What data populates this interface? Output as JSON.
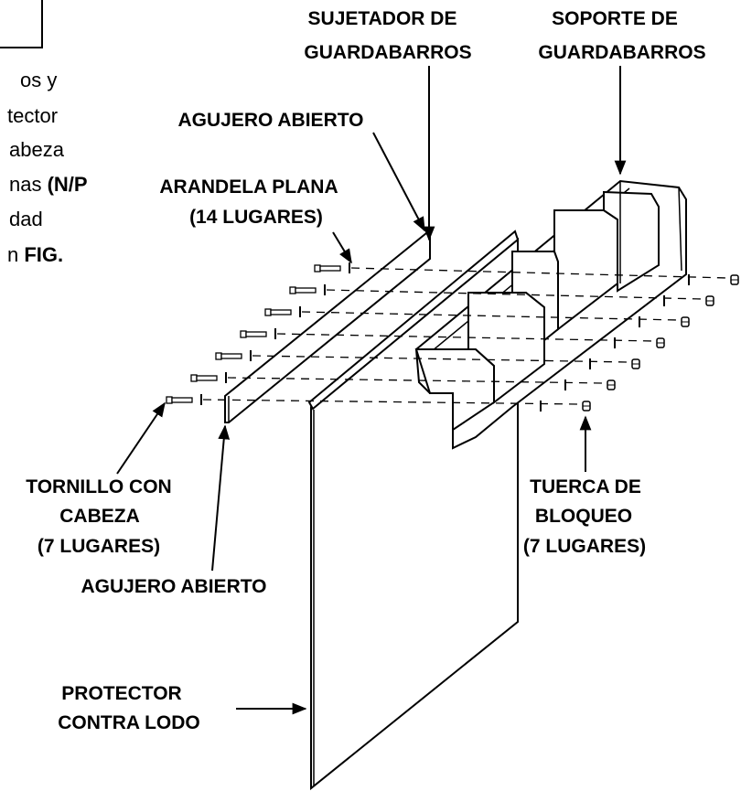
{
  "text_fragment": {
    "line1": "os y",
    "line2": "tector",
    "line3": "abeza",
    "line4_plain": "nas ",
    "line4_bold": "(N/P",
    "line5": "dad",
    "line6_plain": "n ",
    "line6_bold": "FIG."
  },
  "labels": {
    "sujetador": [
      "SUJETADOR DE",
      "GUARDABARROS"
    ],
    "soporte": [
      "SOPORTE DE",
      "GUARDABARROS"
    ],
    "agujero_top": "AGUJERO ABIERTO",
    "arandela": [
      "ARANDELA PLANA",
      "(14 LUGARES)"
    ],
    "tornillo": [
      "TORNILLO CON",
      "CABEZA",
      "(7 LUGARES)"
    ],
    "tuerca": [
      "TUERCA DE",
      "BLOQUEO",
      "(7 LUGARES)"
    ],
    "agujero_bottom": "AGUJERO ABIERTO",
    "protector": [
      "PROTECTOR",
      "CONTRA LODO"
    ]
  }
}
